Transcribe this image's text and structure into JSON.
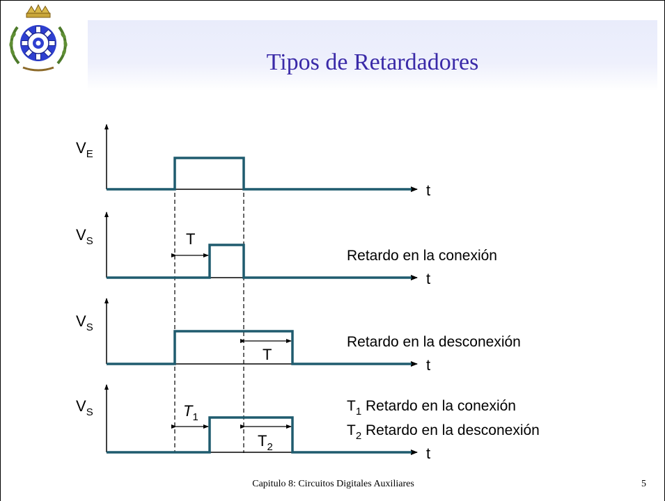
{
  "slide": {
    "title": "Tipos de Retardadores",
    "footer": "Capitulo 8: Circuitos Digitales Auxiliares",
    "page_number": "5"
  },
  "colors": {
    "title": "#3a2aa8",
    "signal": "#1f5b6e",
    "axis": "#000000"
  },
  "diagram": {
    "time_label": "t",
    "input": {
      "symbol": "V",
      "subscript": "E"
    },
    "outputs": [
      {
        "symbol": "V",
        "subscript": "S",
        "delay_label": "T",
        "description": "Retardo en la conexión"
      },
      {
        "symbol": "V",
        "subscript": "S",
        "delay_label": "T",
        "description": "Retardo en la desconexión"
      },
      {
        "symbol": "V",
        "subscript": "S",
        "on_delay": {
          "symbol": "T",
          "subscript": "1"
        },
        "off_delay": {
          "symbol": "T",
          "subscript": "2"
        },
        "description_lines": [
          {
            "symbol": "T",
            "subscript": "1",
            "text": " Retardo en la conexión"
          },
          {
            "symbol": "T",
            "subscript": "2",
            "text": " Retardo en la desconexión"
          }
        ]
      }
    ]
  }
}
